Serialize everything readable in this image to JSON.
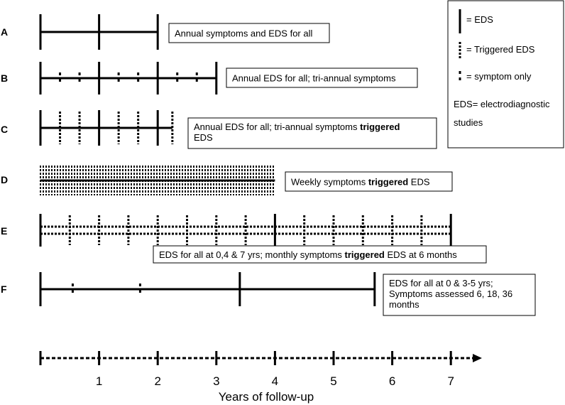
{
  "rows": [
    {
      "id": "A",
      "label": "A",
      "caption": [
        [
          {
            "t": "Annual symptoms and EDS for all"
          }
        ]
      ]
    },
    {
      "id": "B",
      "label": "B",
      "caption": [
        [
          {
            "t": "Annual EDS for all; tri-annual symptoms"
          }
        ]
      ]
    },
    {
      "id": "C",
      "label": "C",
      "caption": [
        [
          {
            "t": "Annual EDS for all; tri-annual symptoms "
          },
          {
            "t": "triggered",
            "b": true
          }
        ],
        [
          {
            "t": "EDS"
          }
        ]
      ]
    },
    {
      "id": "D",
      "label": "D",
      "caption": [
        [
          {
            "t": "Weekly symptoms "
          },
          {
            "t": "triggered",
            "b": true
          },
          {
            "t": " EDS"
          }
        ]
      ]
    },
    {
      "id": "E",
      "label": "E",
      "caption": [
        [
          {
            "t": "EDS for all at 0,4 & 7 yrs; monthly symptoms "
          },
          {
            "t": "triggered",
            "b": true
          },
          {
            "t": " EDS at 6 months"
          }
        ]
      ]
    },
    {
      "id": "F",
      "label": "F",
      "caption": [
        [
          {
            "t": "EDS for all at 0 & 3-5 yrs;"
          }
        ],
        [
          {
            "t": "Symptoms assessed 6, 18, 36"
          }
        ],
        [
          {
            "t": "months"
          }
        ]
      ]
    }
  ],
  "legend": {
    "items": [
      {
        "id": "eds",
        "text": "= EDS"
      },
      {
        "id": "triggered",
        "text": "= Triggered EDS"
      },
      {
        "id": "symptom",
        "text": "= symptom only"
      }
    ],
    "note_line1": "EDS= electrodiagnostic",
    "note_line2": "studies"
  },
  "axis": {
    "ticks": [
      0,
      1,
      2,
      3,
      4,
      5,
      6,
      7
    ],
    "tick_labels": [
      "1",
      "2",
      "3",
      "4",
      "5",
      "6",
      "7"
    ],
    "title": "Years of follow-up"
  }
}
